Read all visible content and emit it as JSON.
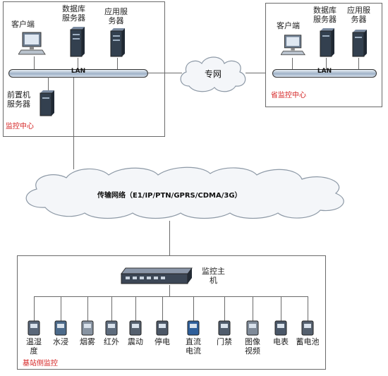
{
  "left_center": {
    "client_label": "客户端",
    "db_server_label": "数据库\n服务器",
    "app_server_label": "应用服\n务器",
    "lan_label": "LAN",
    "front_server_label": "前置机\n服务器",
    "center_label": "监控中心"
  },
  "right_center": {
    "client_label": "客户端",
    "db_server_label": "数据库\n服务器",
    "app_server_label": "应用服\n务器",
    "lan_label": "LAN",
    "center_label": "省监控中心"
  },
  "private_net_label": "专网",
  "transport_label": "传输网络（E1/IP/PTN/GPRS/CDMA/3G）",
  "base_station": {
    "host_label": "监控主\n机",
    "title": "基站侧监控",
    "sensors": [
      {
        "label": "温湿\n度",
        "icon": "temperature-humidity-sensor-icon"
      },
      {
        "label": "水浸",
        "icon": "water-leak-sensor-icon"
      },
      {
        "label": "烟雾",
        "icon": "smoke-detector-icon"
      },
      {
        "label": "红外",
        "icon": "infrared-sensor-icon"
      },
      {
        "label": "震动",
        "icon": "vibration-sensor-icon"
      },
      {
        "label": "停电",
        "icon": "power-outage-sensor-icon"
      },
      {
        "label": "直流\n电流",
        "icon": "dc-current-sensor-icon"
      },
      {
        "label": "门禁",
        "icon": "door-access-icon"
      },
      {
        "label": "图像\n视频",
        "icon": "video-camera-icon"
      },
      {
        "label": "电表",
        "icon": "electric-meter-icon"
      },
      {
        "label": "蓄电池",
        "icon": "battery-icon"
      }
    ]
  }
}
